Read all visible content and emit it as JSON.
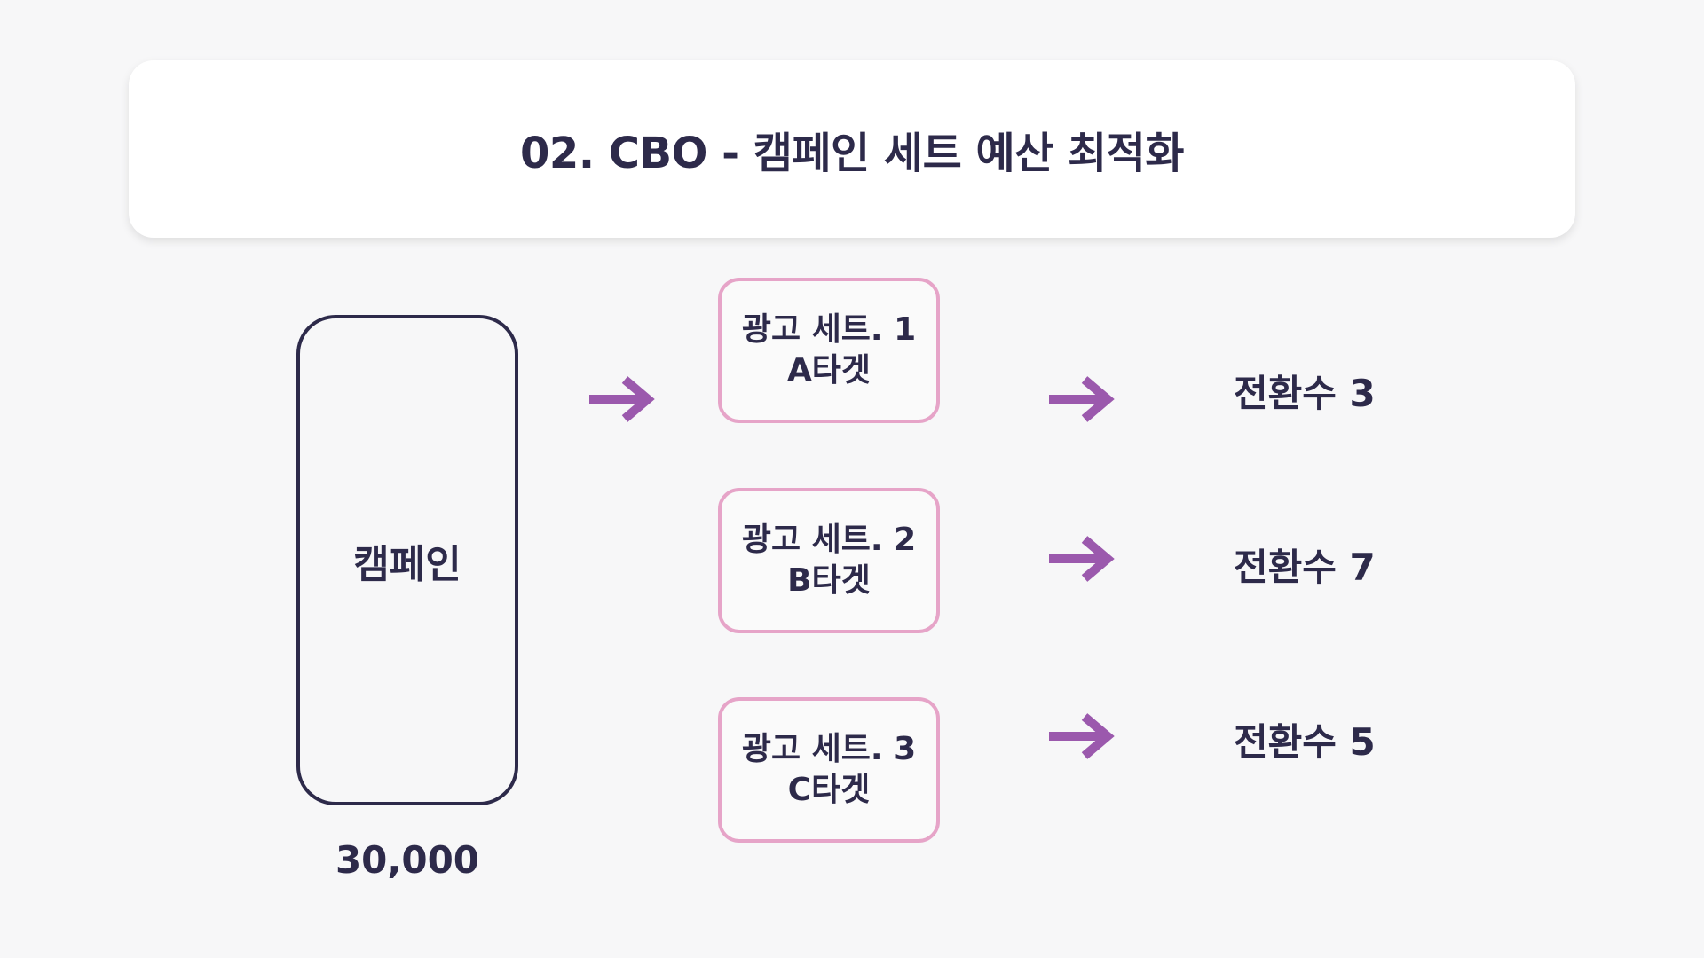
{
  "title": "02. CBO - 캠페인 세트 예산 최적화",
  "campaign": {
    "label": "캠페인",
    "budget": "30,000"
  },
  "ad_sets": [
    {
      "name": "광고 세트. 1",
      "target": "A타겟",
      "result": "전환수 3"
    },
    {
      "name": "광고 세트. 2",
      "target": "B타겟",
      "result": "전환수 7"
    },
    {
      "name": "광고 세트. 3",
      "target": "C타겟",
      "result": "전환수 5"
    }
  ],
  "colors": {
    "text": "#2d2a4a",
    "arrow": "#9b59ad",
    "ad_set_border": "#e6a4c8",
    "campaign_border": "#2d2a4a",
    "background": "#f7f7f8"
  },
  "icons": {
    "flow_arrow": "arrow-right-icon"
  }
}
